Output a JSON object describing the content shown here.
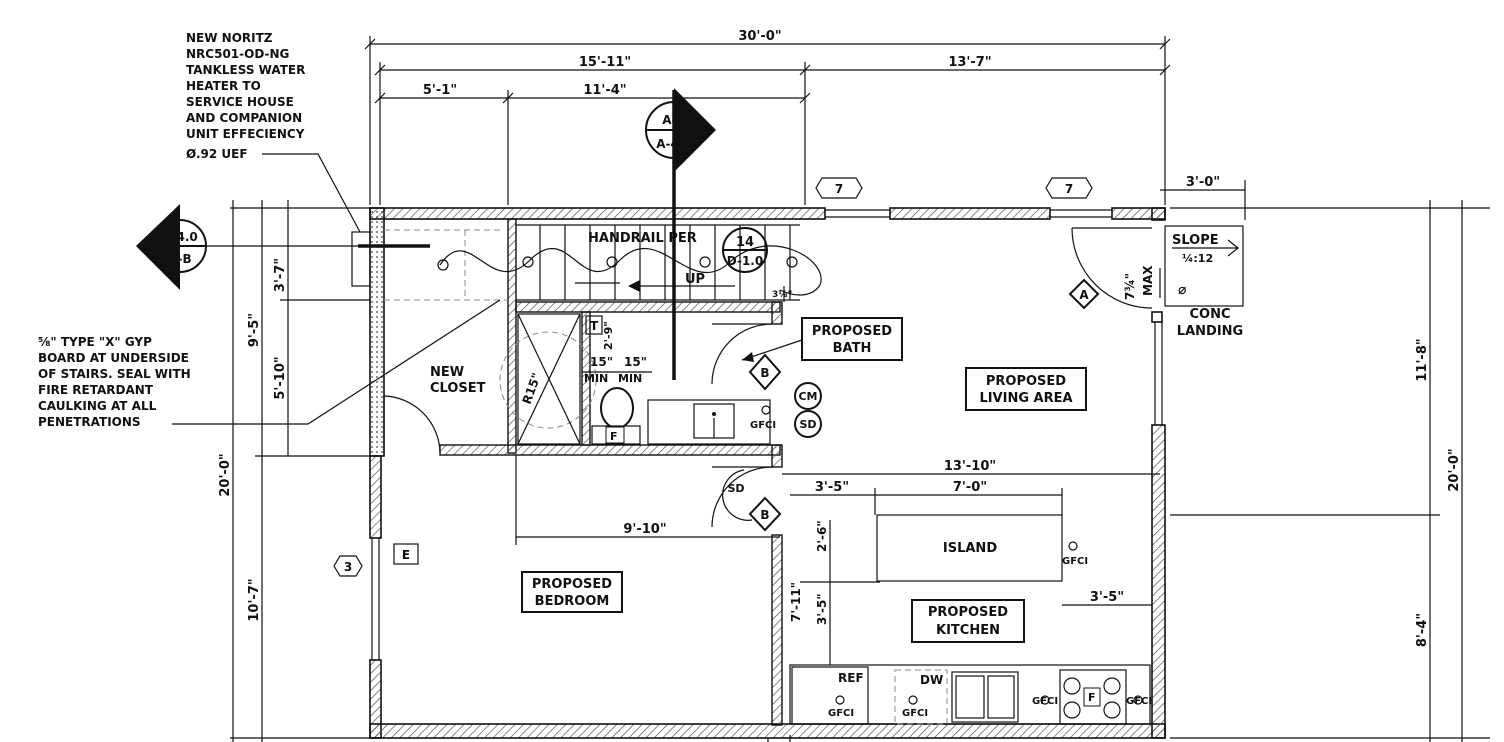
{
  "dimensions": {
    "overall_width": "30'-0\"",
    "left_span": "15'-11\"",
    "right_span": "13'-7\"",
    "left_seg_a": "5'-1\"",
    "left_seg_b": "11'-4\"",
    "door_offset": "3'-0\"",
    "left_total": "20'-0\"",
    "left_upper": "9'-5\"",
    "left_stair": "3'-7\"",
    "left_mid": "5'-10\"",
    "left_lower": "10'-7\"",
    "right_total": "20'-0\"",
    "right_upper": "11'-8\"",
    "right_lower": "8'-4\"",
    "kitchen_width": "13'-10\"",
    "kitchen_a": "3'-5\"",
    "island_len": "7'-0\"",
    "bedroom_width": "9'-10\"",
    "kitchen_b": "2'-6\"",
    "kitchen_c": "3'-5\"",
    "kitchen_d": "3'-5\"",
    "kitchen_e": "7'-11\"",
    "bath_a": "2'-9\"",
    "bath_min_a": "15\"",
    "bath_min_b": "15\"",
    "min_a": "MIN",
    "min_b": "MIN",
    "r15": "R15\"",
    "step": "3⅛\"",
    "landing_a": "7¾\"",
    "landing_b": "MAX"
  },
  "notes": {
    "heater": [
      "NEW NORITZ",
      "NRC501-OD-NG",
      "TANKLESS WATER",
      "HEATER TO",
      "SERVICE HOUSE",
      "AND COMPANION",
      "UNIT EFFECIENCY",
      "Ø.92 UEF"
    ],
    "gyp": [
      "⅝\" TYPE \"X\" GYP",
      "BOARD AT UNDERSIDE",
      "OF STAIRS. SEAL WITH",
      "FIRE RETARDANT",
      "CAULKING AT ALL",
      "PENETRATIONS"
    ]
  },
  "section_marks": {
    "aa_top": "A-A",
    "aa_bottom": "A-4.0",
    "bb_top": "A-4.0",
    "bb_bottom": "B-B",
    "detail_num": "14",
    "detail_sheet": "D-1.0"
  },
  "rooms": {
    "bath": [
      "PROPOSED",
      "BATH"
    ],
    "living": [
      "PROPOSED",
      "LIVING AREA"
    ],
    "bedroom": [
      "PROPOSED",
      "BEDROOM"
    ],
    "kitchen": [
      "PROPOSED",
      "KITCHEN"
    ],
    "closet": [
      "NEW",
      "CLOSET"
    ],
    "island": "ISLAND",
    "landing": [
      "CONC",
      "LANDING"
    ]
  },
  "labels": {
    "handrail": "HANDRAIL PER",
    "up": "UP",
    "slope_a": "SLOPE",
    "slope_b": "¼:12",
    "ref": "REF",
    "dw": "DW",
    "gfci": "GFCI",
    "cm": "CM",
    "sd": "SD",
    "tag_7": "7",
    "tag_3": "3",
    "tag_a": "A",
    "tag_b": "B",
    "tag_e": "E",
    "tag_t": "T",
    "tag_f": "F"
  },
  "colors": {
    "ink": "#111111",
    "hatch": "#555555",
    "paper": "#ffffff"
  }
}
